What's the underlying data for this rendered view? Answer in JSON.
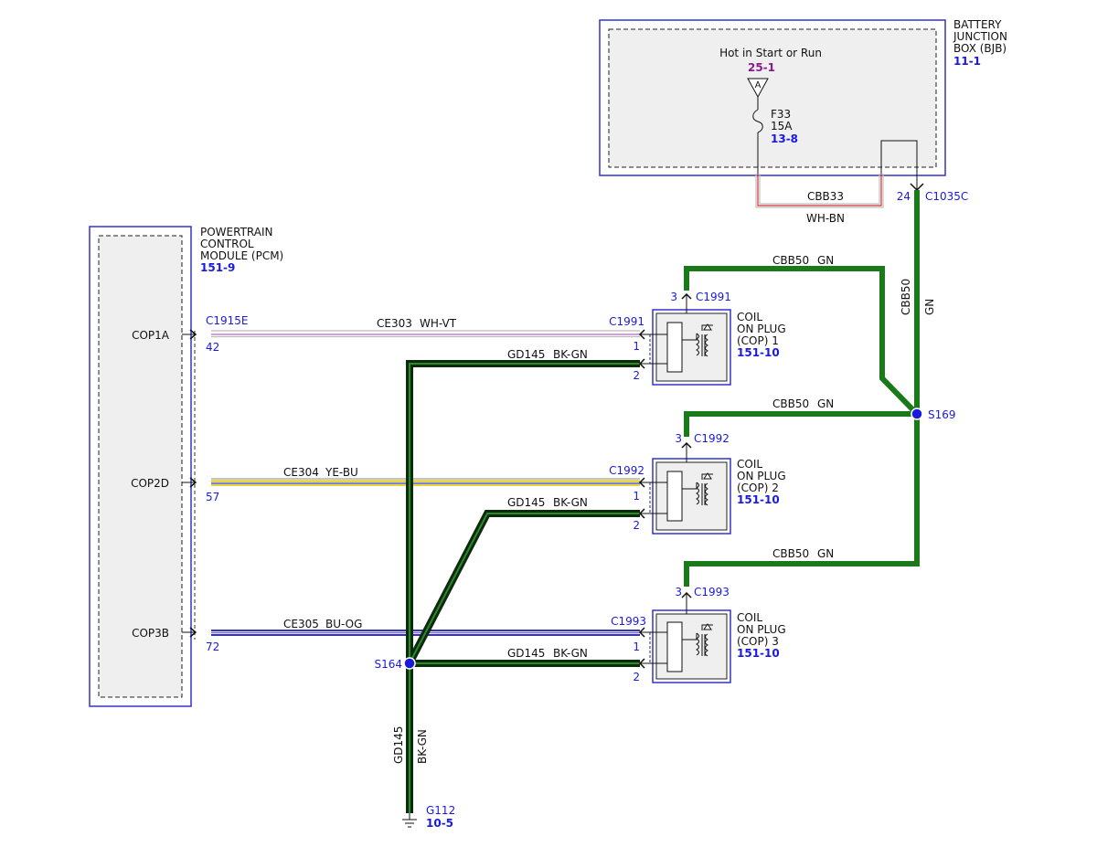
{
  "bjb": {
    "name_lines": [
      "BATTERY",
      "JUNCTION",
      "BOX (BJB)"
    ],
    "ref": "11-1",
    "feed_label": "Hot in Start or Run",
    "feed_ref": "25-1",
    "tag": "A",
    "fuse_name": "F33",
    "fuse_rating": "15A",
    "fuse_ref": "13-8",
    "pin": "24",
    "connector": "C1035C"
  },
  "cbb33": {
    "circuit": "CBB33",
    "color": "WH-BN"
  },
  "pcm": {
    "name_lines": [
      "POWERTRAIN",
      "CONTROL",
      "MODULE (PCM)"
    ],
    "ref": "151-9",
    "connector": "C1915E",
    "pins": [
      {
        "label": "COP1A",
        "pin": "42"
      },
      {
        "label": "COP2D",
        "pin": "57"
      },
      {
        "label": "COP3B",
        "pin": "72"
      }
    ]
  },
  "signal_wires": [
    {
      "circuit": "CE303",
      "color": "WH-VT"
    },
    {
      "circuit": "CE304",
      "color": "YE-BU"
    },
    {
      "circuit": "CE305",
      "color": "BU-OG"
    }
  ],
  "coils": [
    {
      "connector": "C1991",
      "name_lines": [
        "COIL",
        "ON PLUG",
        "(COP) 1"
      ],
      "ref": "151-10",
      "pin_power": "3",
      "pin_signal": "1",
      "pin_ground": "2"
    },
    {
      "connector": "C1992",
      "name_lines": [
        "COIL",
        "ON PLUG",
        "(COP) 2"
      ],
      "ref": "151-10",
      "pin_power": "3",
      "pin_signal": "1",
      "pin_ground": "2"
    },
    {
      "connector": "C1993",
      "name_lines": [
        "COIL",
        "ON PLUG",
        "(COP) 3"
      ],
      "ref": "151-10",
      "pin_power": "3",
      "pin_signal": "1",
      "pin_ground": "2"
    }
  ],
  "power_wire": {
    "circuit": "CBB50",
    "color": "GN"
  },
  "ground_wire": {
    "circuit": "GD145",
    "color": "BK-GN"
  },
  "splices": {
    "power": "S169",
    "ground": "S164"
  },
  "ground_point": {
    "name": "G112",
    "ref": "10-5"
  },
  "colors": {
    "outline_blue": "#3333cc",
    "ref_blue": "#1a1adf",
    "power_green": "#1a7a1a",
    "ground_dark": "#0e2a0e",
    "box_fill": "#efefef",
    "feed_purple": "#8a1a8a"
  }
}
